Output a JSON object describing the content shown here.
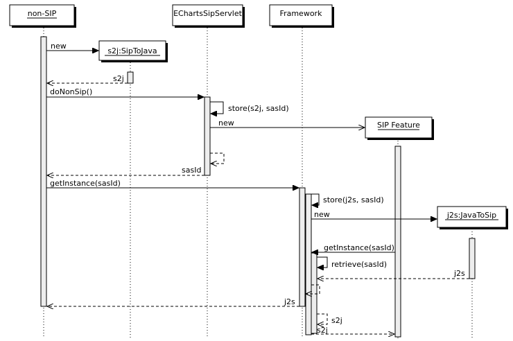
{
  "participants": {
    "non_sip": "non-SIP",
    "servlet": "EChartsSipServlet",
    "framework": "Framework",
    "s2j": "s2j:SipToJava",
    "sip_feature": "SIP Feature",
    "j2s": "j2s:JavaToSip"
  },
  "messages": {
    "new_s2j": "new",
    "ret_s2j": "s2j",
    "do_non_sip": "doNonSip()",
    "store_s2j": "store(s2j, sasId)",
    "new_sip_feature": "new",
    "ret_sasid": "sasId",
    "get_instance": "getInstance(sasId)",
    "store_j2s": "store(j2s, sasId)",
    "new_j2s": "new",
    "get_instance_2": "getInstance(sasId)",
    "retrieve": "retrieve(sasId)",
    "ret_j2s_a": "j2s",
    "ret_j2s_b": "j2s",
    "ret_s2j_a": "s2j",
    "ret_s2j_b": "s2j"
  }
}
